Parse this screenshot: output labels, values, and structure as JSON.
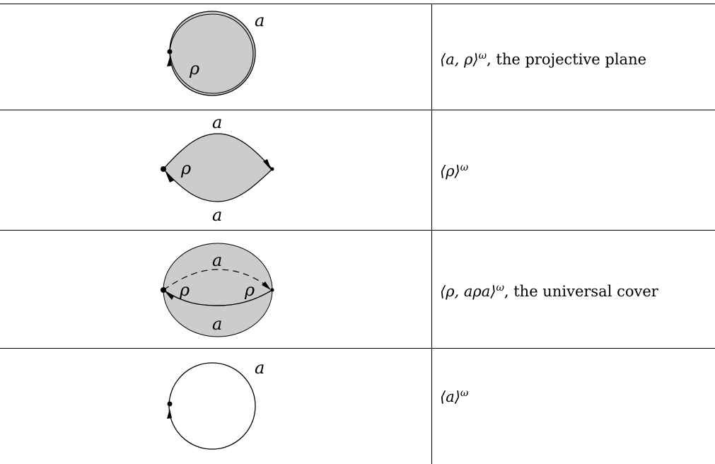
{
  "rows": [
    {
      "figure_labels": {
        "a": "a",
        "rho": "ρ"
      },
      "description": {
        "math": "⟨a, ρ⟩",
        "sup": "ω",
        "text": ", the projective plane"
      }
    },
    {
      "figure_labels": {
        "a_top": "a",
        "a_bottom": "a",
        "rho": "ρ"
      },
      "description": {
        "math": "⟨ρ⟩",
        "sup": "ω",
        "text": ""
      }
    },
    {
      "figure_labels": {
        "a_top": "a",
        "a_bottom": "a",
        "rho_left": "ρ",
        "rho_right": "ρ"
      },
      "description": {
        "math": "⟨ρ,  aρa⟩",
        "sup": "ω",
        "text": ", the universal cover"
      }
    },
    {
      "figure_labels": {
        "a": "a"
      },
      "description": {
        "math": "⟨a⟩",
        "sup": "ω",
        "text": ""
      }
    }
  ],
  "colors": {
    "fill": "#cccccc",
    "stroke": "#000000"
  }
}
